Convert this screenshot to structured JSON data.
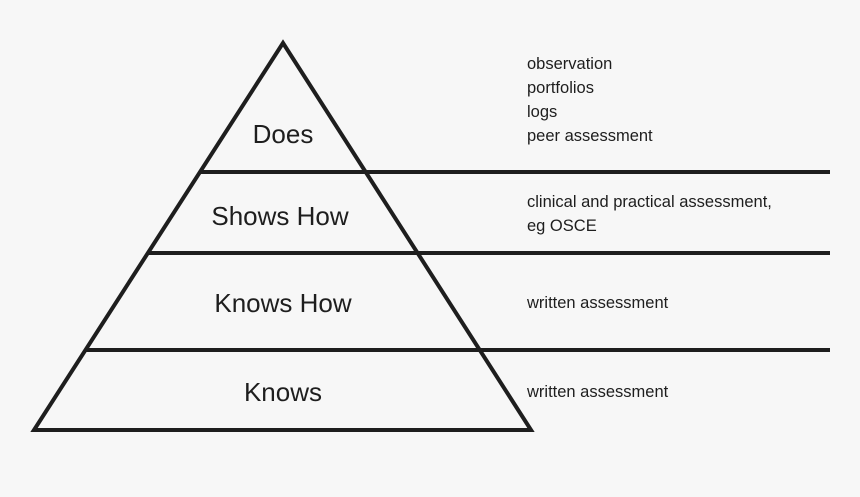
{
  "pyramid": {
    "levels": [
      {
        "label": "Does"
      },
      {
        "label": "Shows How"
      },
      {
        "label": "Knows How"
      },
      {
        "label": "Knows"
      }
    ]
  },
  "assessments": {
    "does": [
      "observation",
      "portfolios",
      "logs",
      "peer assessment"
    ],
    "shows_how": [
      "clinical and practical assessment,",
      "eg OSCE"
    ],
    "knows_how": [
      "written assessment"
    ],
    "knows": [
      "written assessment"
    ]
  }
}
